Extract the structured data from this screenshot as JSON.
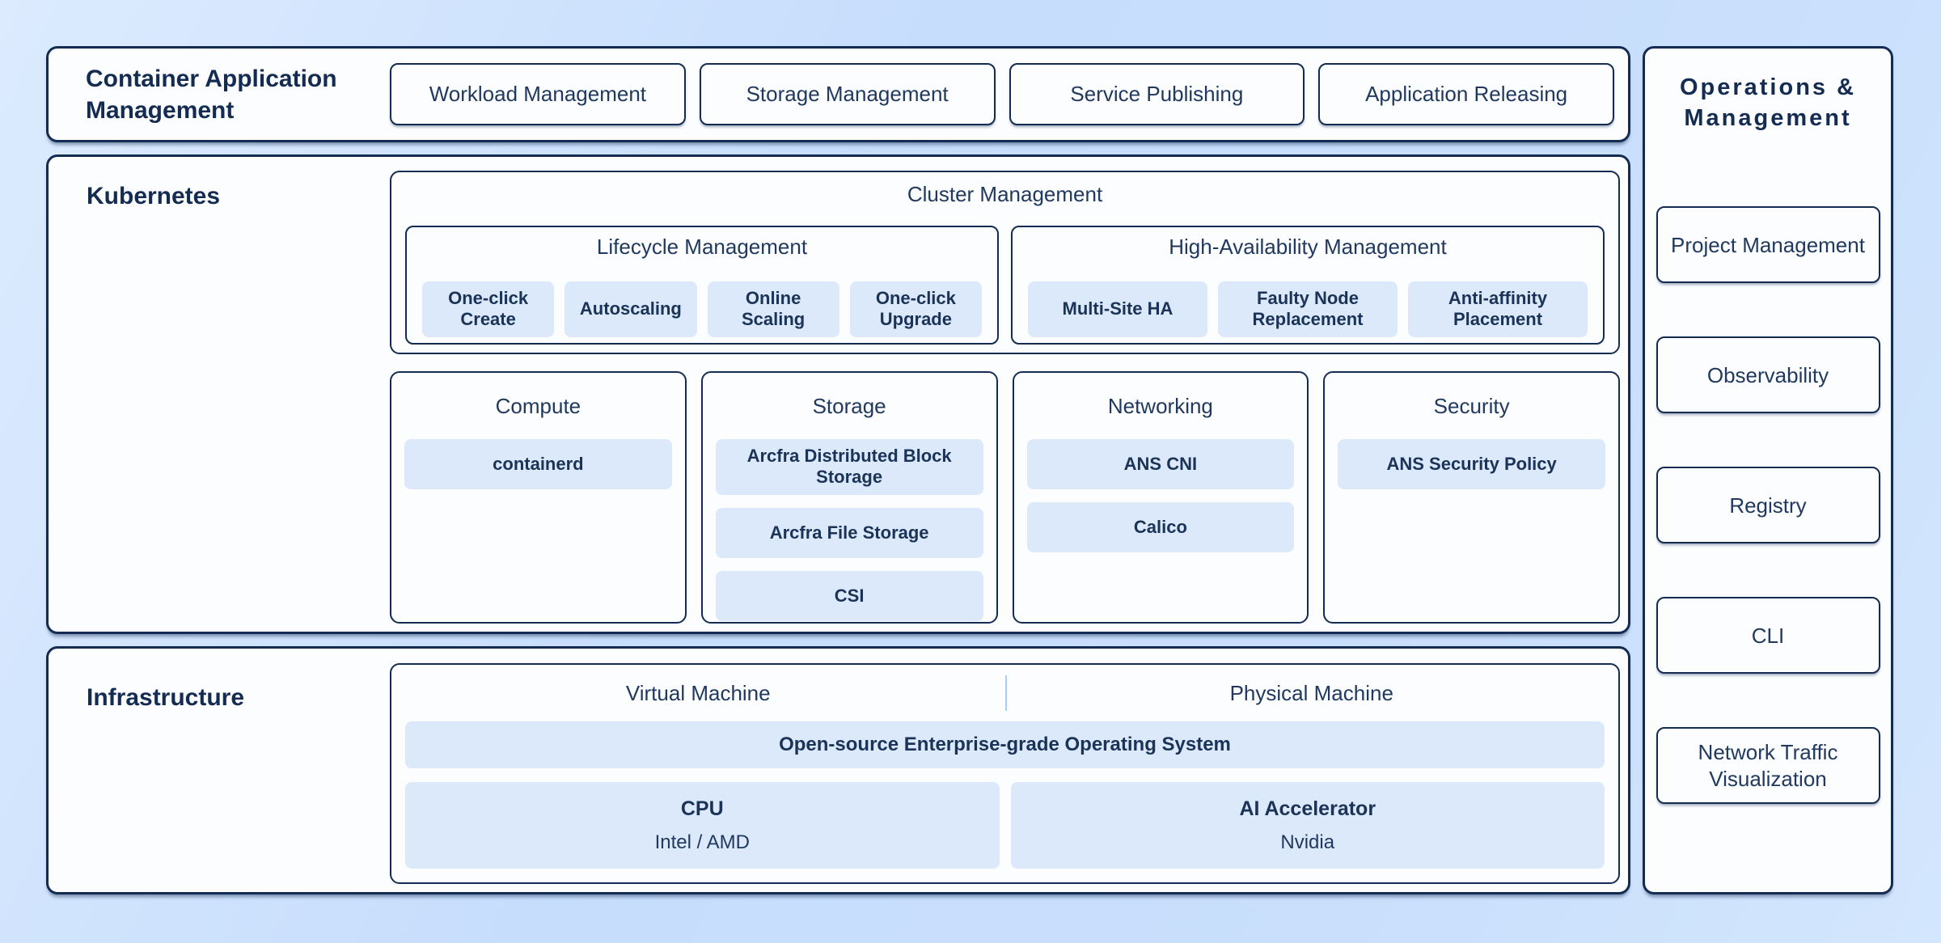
{
  "colors": {
    "background_blue": "#c9dffc",
    "panel_fill": "#fbfdff",
    "border_navy": "#152c52",
    "text_navy": "#21395e",
    "tag_fill": "#dbe9fb"
  },
  "container_app_mgmt": {
    "title": "Container Application Management",
    "buttons": [
      "Workload Management",
      "Storage Management",
      "Service Publishing",
      "Application Releasing"
    ]
  },
  "kubernetes": {
    "label": "Kubernetes",
    "cluster_management": {
      "title": "Cluster Management",
      "groups": [
        {
          "title": "Lifecycle Management",
          "tags": [
            "One-click Create",
            "Autoscaling",
            "Online Scaling",
            "One-click Upgrade"
          ]
        },
        {
          "title": "High-Availability Management",
          "tags": [
            "Multi-Site HA",
            "Faulty Node Replacement",
            "Anti-affinity Placement"
          ]
        }
      ]
    },
    "columns": [
      {
        "title": "Compute",
        "tags": [
          "containerd"
        ]
      },
      {
        "title": "Storage",
        "tags": [
          "Arcfra Distributed Block Storage",
          "Arcfra File Storage",
          "CSI"
        ]
      },
      {
        "title": "Networking",
        "tags": [
          "ANS CNI",
          "Calico"
        ]
      },
      {
        "title": "Security",
        "tags": [
          "ANS Security Policy"
        ]
      }
    ]
  },
  "infrastructure": {
    "label": "Infrastructure",
    "machine_types": [
      "Virtual Machine",
      "Physical Machine"
    ],
    "os_bar": "Open-source Enterprise-grade Operating System",
    "hardware": [
      {
        "title": "CPU",
        "subtitle": "Intel / AMD"
      },
      {
        "title": "AI Accelerator",
        "subtitle": "Nvidia"
      }
    ]
  },
  "operations": {
    "title": "Operations & Management",
    "items": [
      "Project Management",
      "Observability",
      "Registry",
      "CLI",
      "Network Traffic Visualization"
    ]
  }
}
